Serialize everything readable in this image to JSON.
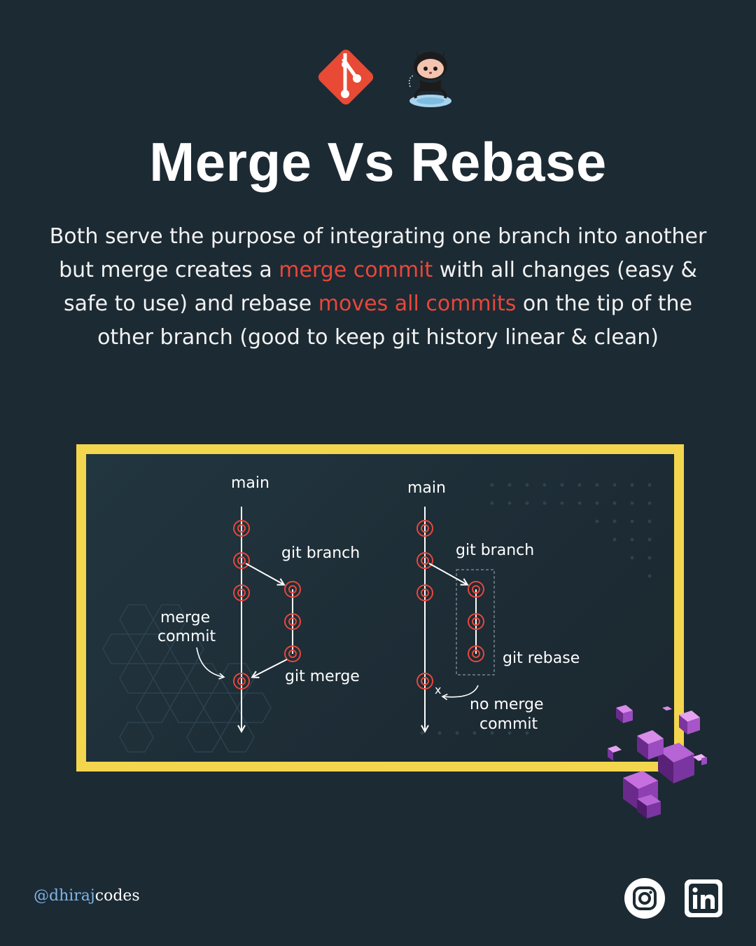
{
  "header": {
    "git_logo_icon": "git-logo-icon",
    "octocat_icon": "github-octocat-icon"
  },
  "title": "Merge Vs Rebase",
  "description": {
    "part1": "Both serve the purpose of integrating one branch into another but merge creates a ",
    "highlight1": "merge commit",
    "part2": " with all changes (easy & safe to use) and rebase ",
    "highlight2": "moves all commits",
    "part3": " on the tip of the other branch (good to keep git history linear & clean)",
    "highlight_color": "#e8473a"
  },
  "diagram": {
    "frame_color": "#f3d64e",
    "merge_side": {
      "branch_label": "main",
      "branch_action": "git branch",
      "merge_action": "git merge",
      "merge_commit_line1": "merge",
      "merge_commit_line2": "commit"
    },
    "rebase_side": {
      "branch_label": "main",
      "branch_action": "git branch",
      "rebase_action": "git rebase",
      "no_merge_line1": "no merge",
      "no_merge_line2": "commit",
      "cross_mark": "x"
    },
    "commit_color": "#e8473a"
  },
  "footer": {
    "handle_part1": "@dhiraj",
    "handle_part2": "codes",
    "instagram_icon": "instagram-icon",
    "linkedin_icon": "linkedin-icon"
  }
}
